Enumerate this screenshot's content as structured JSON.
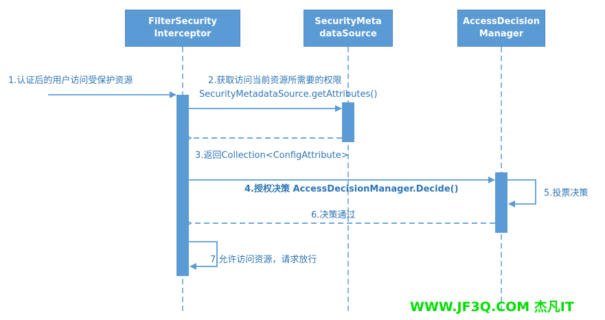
{
  "participants": [
    {
      "id": "filter",
      "line1": "FilterSecurity",
      "line2": "Interceptor"
    },
    {
      "id": "source",
      "line1": "SecurityMeta",
      "line2": "dataSource"
    },
    {
      "id": "manager",
      "line1": "AccessDecision",
      "line2": "Manager"
    }
  ],
  "messages": {
    "m1": "1.认证后的用户访问受保护资源",
    "m2a": "2.获取访问当前资源所需要的权限",
    "m2b": "SecurityMetadataSource.getAttributes()",
    "m3": "3.返回Collection<ConfigAttribute>",
    "m4": "4.授权决策 AccessDecisionManager.Decide()",
    "m5": "5.投票决策",
    "m6": "6.决策通过",
    "m7": "7.允许访问资源，请求放行"
  },
  "watermark": "WWW.JF3Q.COM 杰凡IT",
  "colors": {
    "actor": "#5b9bd5",
    "line": "#5b9bd5",
    "text": "#2e75b6",
    "watermark": "#00dd00"
  }
}
